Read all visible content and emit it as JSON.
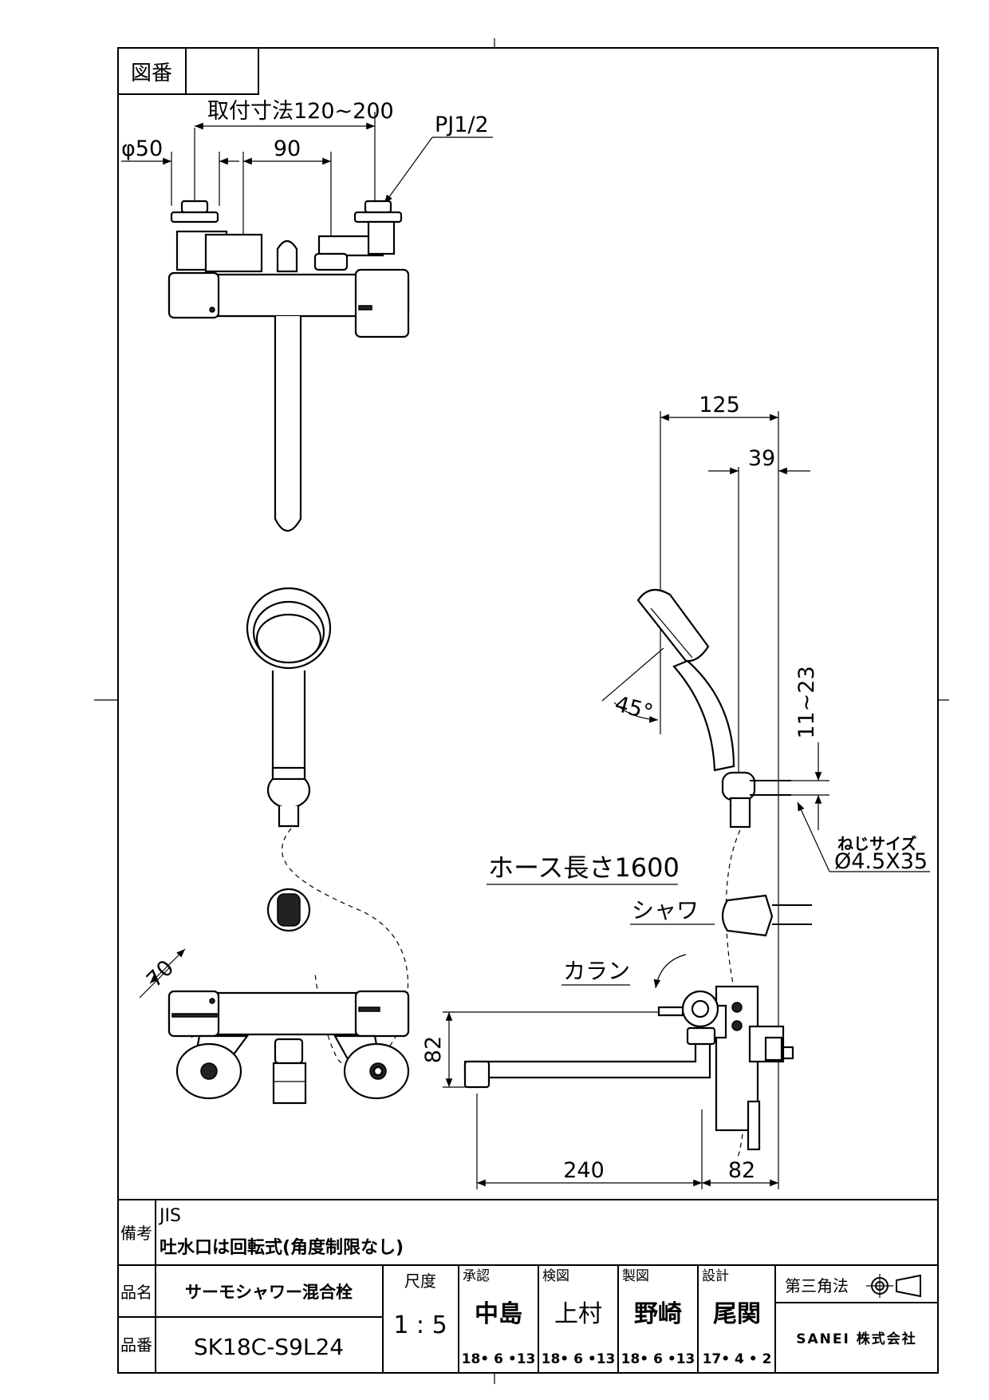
{
  "header": {
    "drawing_no_label": "図番",
    "drawing_no_value": ""
  },
  "dimensions": {
    "mount_pitch": "取付寸法120~200",
    "thread": "PJ1/2",
    "phi50": "φ50",
    "d90": "90",
    "d125": "125",
    "d39": "39",
    "d11_23": "11~23",
    "angle45": "45°",
    "screw_size_label": "ねじサイズ",
    "screw_size_value": "Ø4.5X35",
    "hose_length": "ホース長さ1600",
    "shower": "シャワ",
    "karan": "カラン",
    "d70": "70",
    "d82_left": "82",
    "d240": "240",
    "d82_bottom": "82"
  },
  "title_block": {
    "remarks_label": "備考",
    "remarks_line1": "JIS",
    "remarks_line2": "吐水口は回転式(角度制限なし)",
    "product_name_label": "品名",
    "product_name": "サーモシャワー混合栓",
    "product_no_label": "品番",
    "product_no": "SK18C-S9L24",
    "scale_label": "尺度",
    "scale_value": "1 : 5",
    "approval_label": "承認",
    "approval_name": "中島",
    "approval_date": "18• 6 •13",
    "check_label": "検図",
    "check_name": "上村",
    "check_date": "18• 6 •13",
    "drawn_label": "製図",
    "drawn_name": "野崎",
    "drawn_date": "18• 6 •13",
    "design_label": "設計",
    "design_name": "尾関",
    "design_date": "17• 4 • 2",
    "projection": "第三角法",
    "company": "SANEI 株式会社"
  }
}
